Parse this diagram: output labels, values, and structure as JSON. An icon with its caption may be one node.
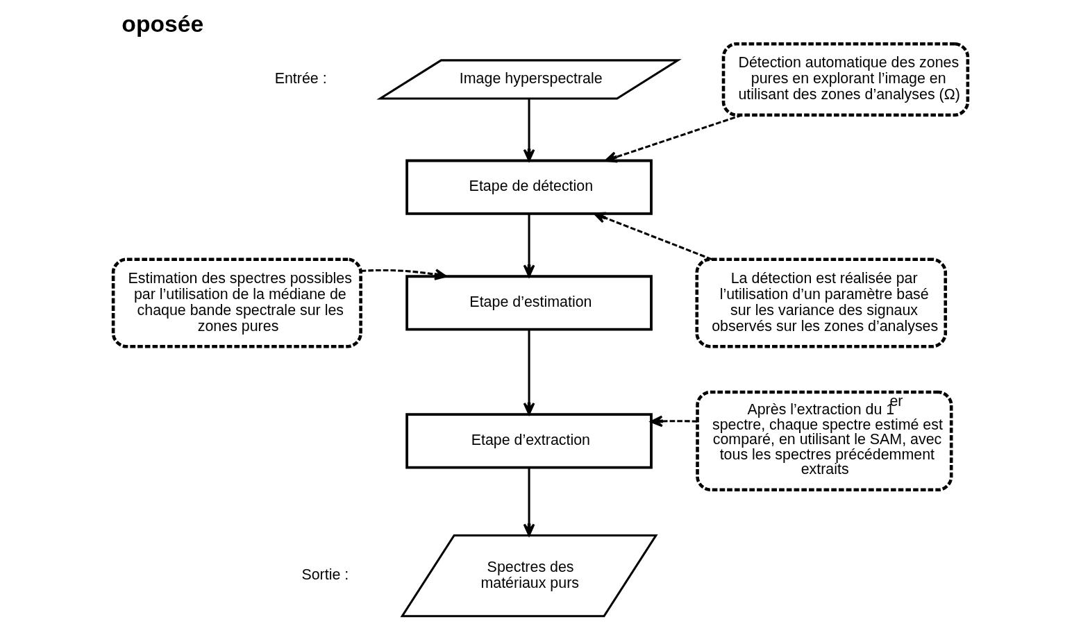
{
  "diagram": {
    "title": "oposée",
    "nodes": [
      {
        "text": [
          "Image hyperspectrale"
        ],
        "beside": [
          "Entrée :"
        ]
      },
      {
        "text": [
          "Etape de détection"
        ]
      },
      {
        "text": [
          "Etape d’estimation"
        ]
      },
      {
        "text": [
          "Etape d’extraction"
        ]
      },
      {
        "text": [
          "Spectres des matériaux purs"
        ],
        "beside": [
          "Sortie :"
        ]
      },
      {
        "text": [
          "Détection automatique des zones pures en explorant l’image en utilisant des zones d’analyses (Ω)"
        ]
      },
      {
        "text": [
          "La détection est réalisée par l’utilisation d’un paramètre basé sur les variance des signaux observés sur les zones d’analyses"
        ]
      },
      {
        "text": [
          "Estimation des spectres possibles par l’utilisation de la médiane de chaque bande spectrale sur les zones pures"
        ]
      },
      {
        "text": [
          "Après l’extraction du 1$^{er}$ spectre, chaque spectre estimé est comparé, en utilisant le SAM, avec tous les spectres précédemment extraits"
        ]
      }
    ],
    "edges": [
      {
        "from": 0,
        "to": 1,
        "arrow": "to"
      },
      {
        "from": 1,
        "to": 2,
        "arrow": "to"
      },
      {
        "from": 2,
        "to": 3,
        "arrow": "to"
      },
      {
        "from": 3,
        "to": 4,
        "arrow": "to"
      },
      {
        "from": 5,
        "to": 1,
        "arrow": "to",
        "style": "dashed"
      },
      {
        "from": 6,
        "to": 1,
        "arrow": "to",
        "style": "dashed"
      },
      {
        "from": 7,
        "to": 2,
        "arrow": "to",
        "style": "dashed"
      },
      {
        "from": 8,
        "to": 3,
        "arrow": "to",
        "style": "dashed"
      }
    ]
  }
}
